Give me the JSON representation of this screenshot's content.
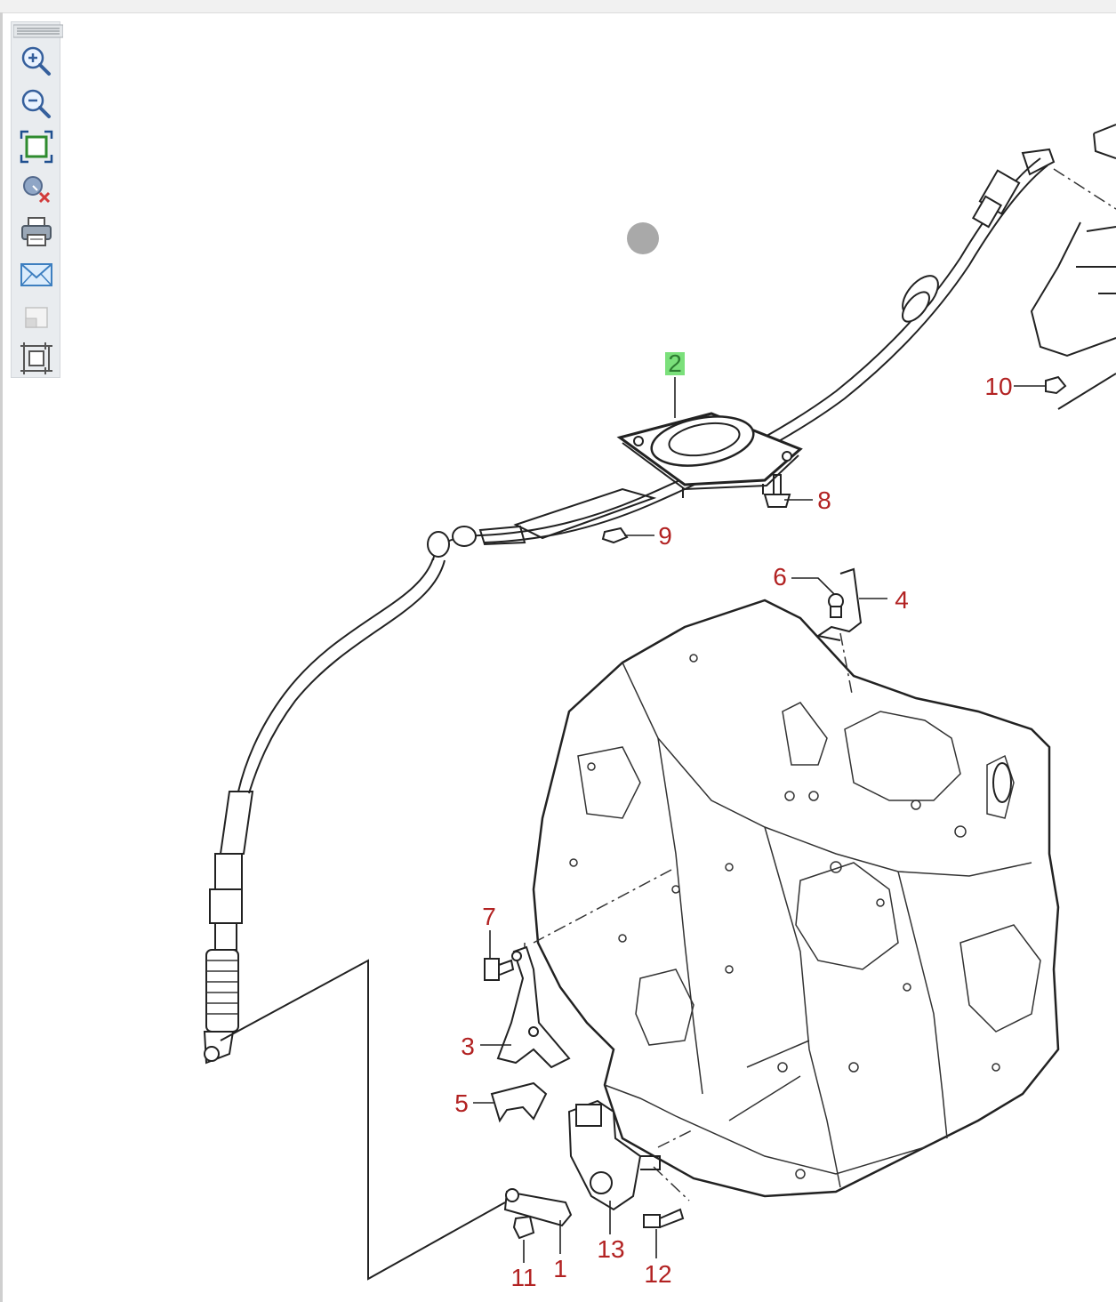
{
  "toolbar": {
    "items": [
      {
        "icon": "zoom-in-icon"
      },
      {
        "icon": "zoom-out-icon"
      },
      {
        "icon": "fit-to-window-icon"
      },
      {
        "icon": "clear-selection-icon"
      },
      {
        "icon": "print-icon"
      },
      {
        "icon": "email-icon"
      },
      {
        "icon": "image-icon"
      },
      {
        "icon": "fullscreen-icon"
      }
    ]
  },
  "diagram": {
    "callouts": [
      {
        "id": "c2",
        "text": "2",
        "highlighted": true
      },
      {
        "id": "c10",
        "text": "10"
      },
      {
        "id": "c8",
        "text": "8"
      },
      {
        "id": "c9",
        "text": "9"
      },
      {
        "id": "c6",
        "text": "6"
      },
      {
        "id": "c4",
        "text": "4"
      },
      {
        "id": "c7",
        "text": "7"
      },
      {
        "id": "c3",
        "text": "3"
      },
      {
        "id": "c5",
        "text": "5"
      },
      {
        "id": "c11",
        "text": "11"
      },
      {
        "id": "c1",
        "text": "1"
      },
      {
        "id": "c13",
        "text": "13"
      },
      {
        "id": "c12",
        "text": "12"
      }
    ],
    "colors": {
      "callout": "#b22222",
      "callout_highlight": "#2e7d32",
      "highlight_bg": "#7be07b",
      "cursor": "#a9a9a9"
    }
  }
}
